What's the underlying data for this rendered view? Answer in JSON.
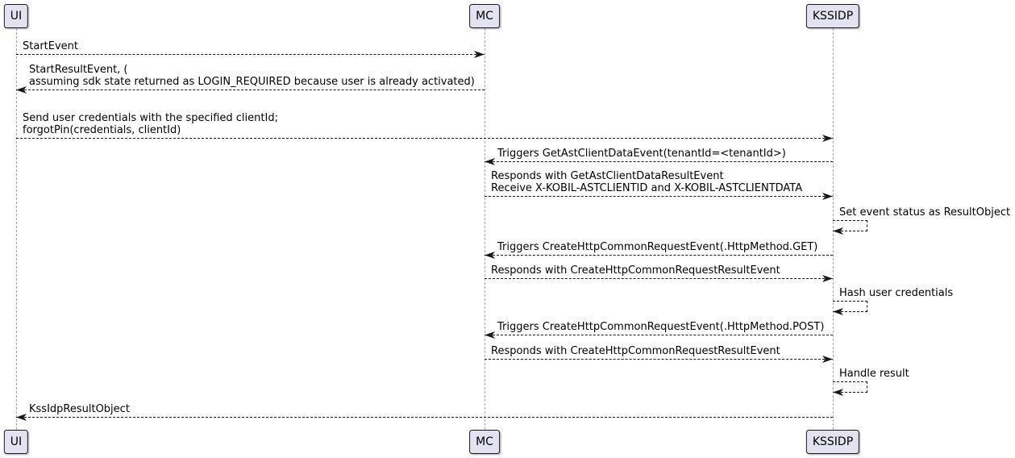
{
  "diagram": {
    "type": "sequence",
    "participants": [
      {
        "id": "ui",
        "label": "UI"
      },
      {
        "id": "mc",
        "label": "MC"
      },
      {
        "id": "kssidp",
        "label": "KSSIDP"
      }
    ],
    "messages": [
      {
        "from": "ui",
        "to": "mc",
        "lines": [
          "StartEvent"
        ]
      },
      {
        "from": "mc",
        "to": "ui",
        "lines": [
          "StartResultEvent, (",
          "assuming sdk state returned as LOGIN_REQUIRED because user is already activated)"
        ]
      },
      {
        "from": "ui",
        "to": "kssidp",
        "lines": [
          "Send user credentials with the specified clientId;",
          "forgotPin(credentials, clientId)"
        ]
      },
      {
        "from": "kssidp",
        "to": "mc",
        "lines": [
          "Triggers GetAstClientDataEvent(tenantId=<tenantId>)"
        ]
      },
      {
        "from": "mc",
        "to": "kssidp",
        "lines": [
          "Responds with GetAstClientDataResultEvent",
          "Receive X-KOBIL-ASTCLIENTID and X-KOBIL-ASTCLIENTDATA"
        ]
      },
      {
        "from": "kssidp",
        "to": "kssidp",
        "lines": [
          "Set event status as ResultObject"
        ]
      },
      {
        "from": "kssidp",
        "to": "mc",
        "lines": [
          "Triggers CreateHttpCommonRequestEvent(.HttpMethod.GET)"
        ]
      },
      {
        "from": "mc",
        "to": "kssidp",
        "lines": [
          "Responds with CreateHttpCommonRequestResultEvent"
        ]
      },
      {
        "from": "kssidp",
        "to": "kssidp",
        "lines": [
          "Hash user credentials"
        ]
      },
      {
        "from": "kssidp",
        "to": "mc",
        "lines": [
          "Triggers CreateHttpCommonRequestEvent(.HttpMethod.POST)"
        ]
      },
      {
        "from": "mc",
        "to": "kssidp",
        "lines": [
          "Responds with CreateHttpCommonRequestResultEvent"
        ]
      },
      {
        "from": "kssidp",
        "to": "kssidp",
        "lines": [
          "Handle result"
        ]
      },
      {
        "from": "kssidp",
        "to": "ui",
        "lines": [
          "KssIdpResultObject"
        ]
      }
    ],
    "colors": {
      "participant_fill": "#E2E2F0",
      "participant_border": "#181818",
      "lifeline": "#A8A8A8",
      "message_line": "#181818",
      "text": "#000000",
      "background": "#FFFFFF"
    }
  }
}
